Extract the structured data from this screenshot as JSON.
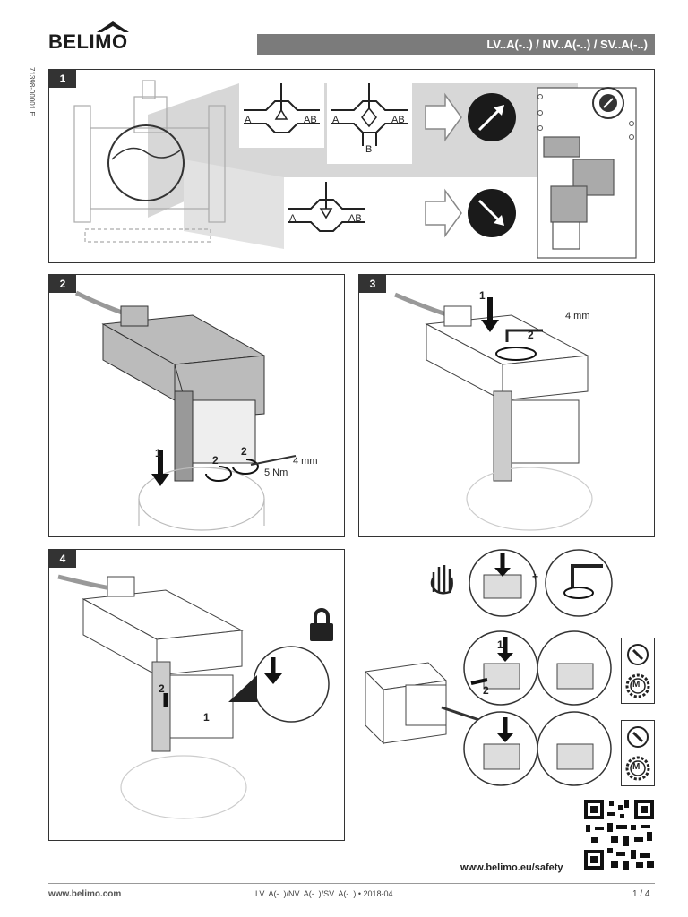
{
  "header": {
    "brand": "BELIMO",
    "title": "LV..A(-..) / NV..A(-..) / SV..A(-..)",
    "doc_id": "71398-00001.E"
  },
  "panels": [
    {
      "number": "1"
    },
    {
      "number": "2",
      "torque": "5 Nm",
      "key_size": "4 mm",
      "steps": [
        "1",
        "2",
        "2"
      ]
    },
    {
      "number": "3",
      "key_size": "4 mm",
      "steps": [
        "1",
        "2"
      ]
    },
    {
      "number": "4",
      "steps": [
        "2",
        "1"
      ]
    }
  ],
  "valve_diagrams": {
    "two_way": {
      "port_a": "A",
      "port_ab": "AB"
    },
    "three_way": {
      "port_a": "A",
      "port_ab": "AB",
      "port_b": "B"
    },
    "closing": {
      "port_a": "A",
      "port_ab": "AB"
    }
  },
  "manual_override": {
    "steps": [
      "1",
      "2"
    ],
    "plus": "+",
    "motor_label": "M"
  },
  "footer": {
    "website": "www.belimo.com",
    "doc_ref": "LV..A(-..)/NV..A(-..)/SV..A(-..) • 2018-04",
    "page": "1 / 4",
    "safety_url": "www.belimo.eu/safety"
  },
  "colors": {
    "header_bar": "#7b7b7b",
    "panel_num_bg": "#333333",
    "gray_highlight": "#c8c8c8"
  }
}
